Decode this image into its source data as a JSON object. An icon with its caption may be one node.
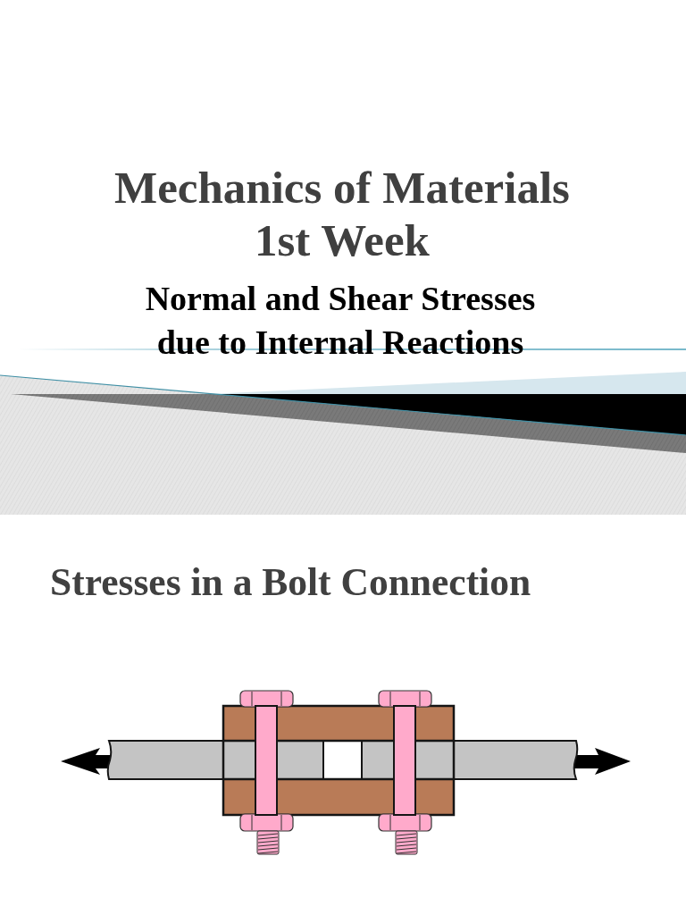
{
  "diagram": {
    "title": "Mechanics of Materials 1st Week",
    "labels": [
      "Normal and Shear Stresses due to Internal Reactions",
      "Stresses in a Bolt Connection"
    ]
  }
}
